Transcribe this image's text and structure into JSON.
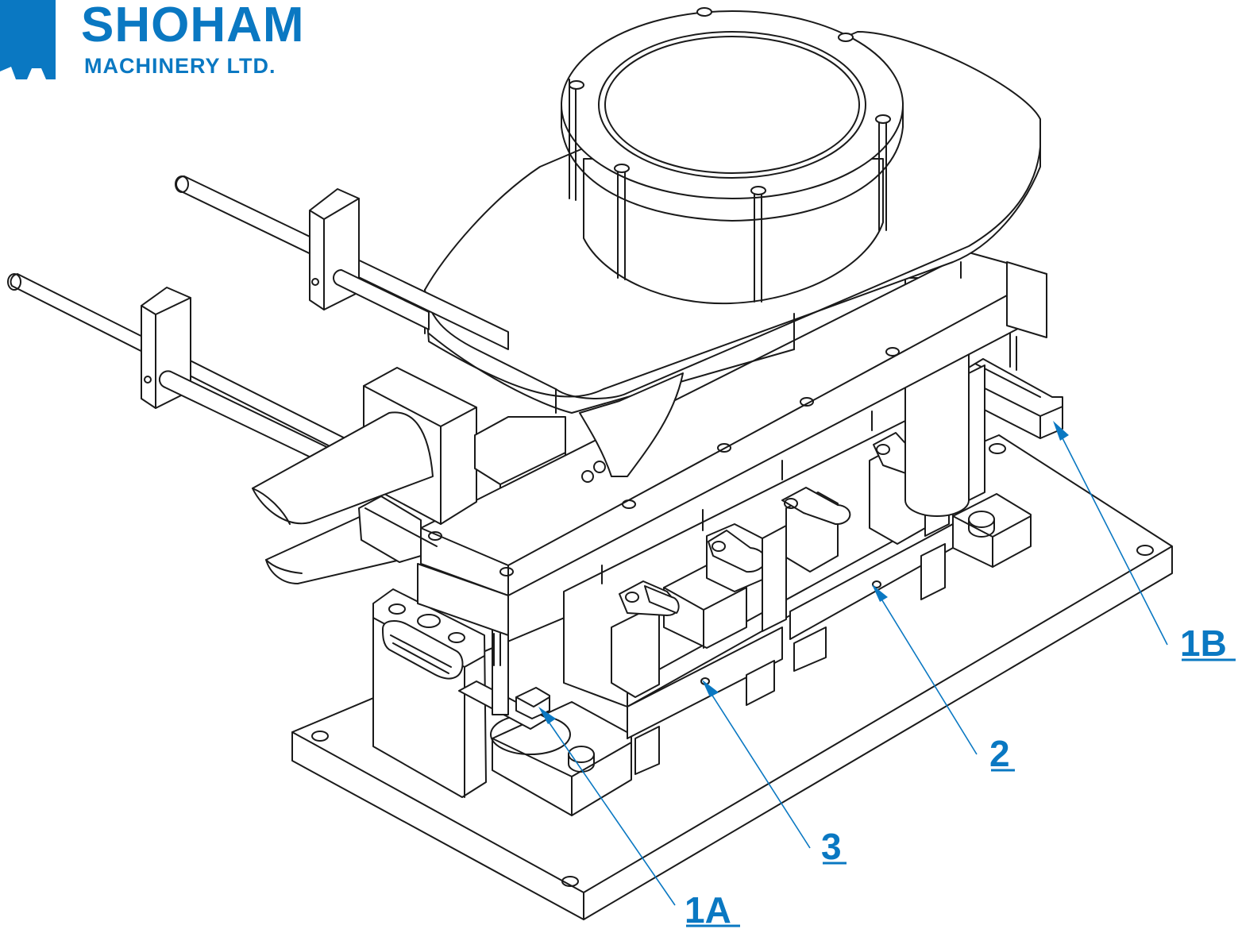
{
  "brand": {
    "name": "SHOHAM",
    "subtitle": "MACHINERY LTD.",
    "color": "#0a78c2"
  },
  "callouts": [
    {
      "id": "1A",
      "label": "1A"
    },
    {
      "id": "1B",
      "label": "1B"
    },
    {
      "id": "2",
      "label": "2"
    },
    {
      "id": "3",
      "label": "3"
    }
  ],
  "colors": {
    "line": "#1a1a1a",
    "callout": "#0a78c2",
    "background": "#ffffff"
  }
}
